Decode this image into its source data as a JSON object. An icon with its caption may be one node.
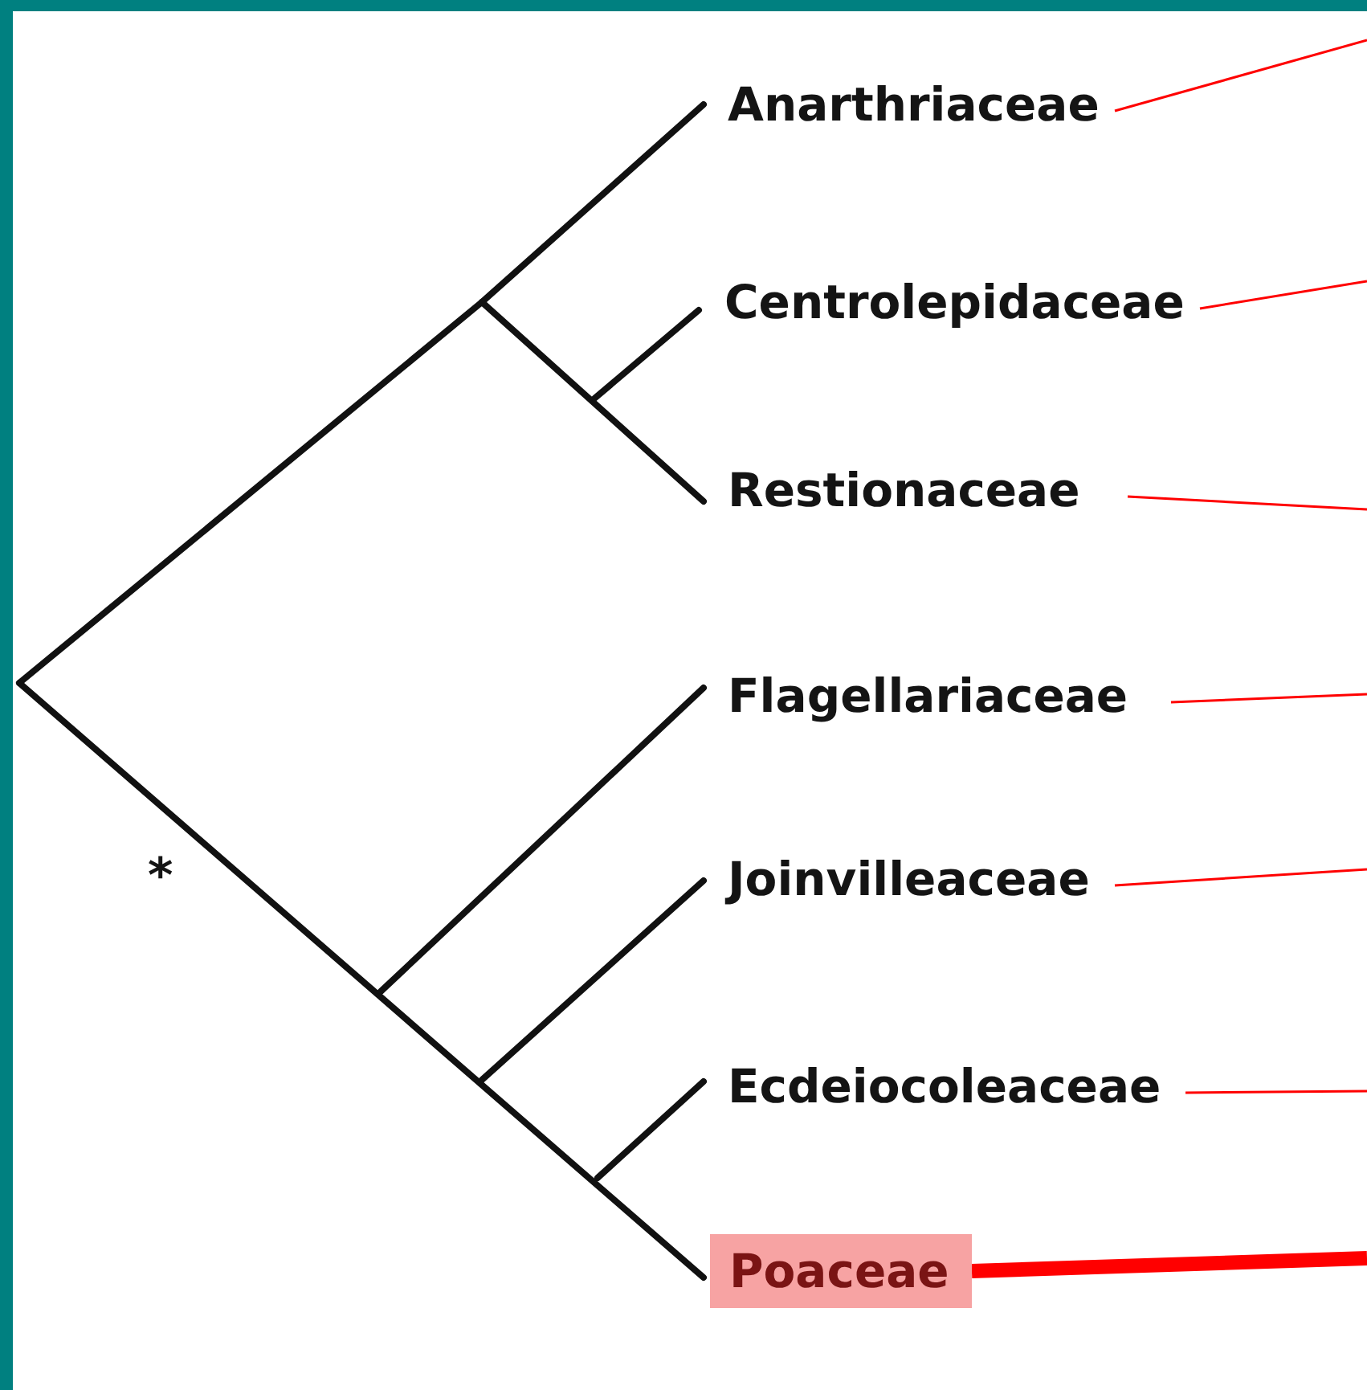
{
  "diagram": {
    "nodes": [
      {
        "text": [
          "Anarthriaceae"
        ]
      },
      {
        "text": [
          "Centrolepidaceae"
        ]
      },
      {
        "text": [
          "Restionaceae"
        ]
      },
      {
        "text": [
          "Flagellariaceae"
        ]
      },
      {
        "text": [
          "Joinvilleaceae"
        ]
      },
      {
        "text": [
          "Ecdeiocoleaceae"
        ]
      },
      {
        "text": [
          "Poaceae"
        ]
      }
    ],
    "edges": [
      {
        "from": 0,
        "to": null,
        "arrow": "none"
      },
      {
        "from": 1,
        "to": null,
        "arrow": "none"
      },
      {
        "from": 2,
        "to": null,
        "arrow": "none"
      },
      {
        "from": 3,
        "to": null,
        "arrow": "none"
      },
      {
        "from": 4,
        "to": null,
        "arrow": "none"
      },
      {
        "from": 5,
        "to": null,
        "arrow": "none"
      },
      {
        "from": 6,
        "to": null,
        "arrow": "none",
        "style": "thick"
      }
    ],
    "labels": [
      "*"
    ]
  }
}
